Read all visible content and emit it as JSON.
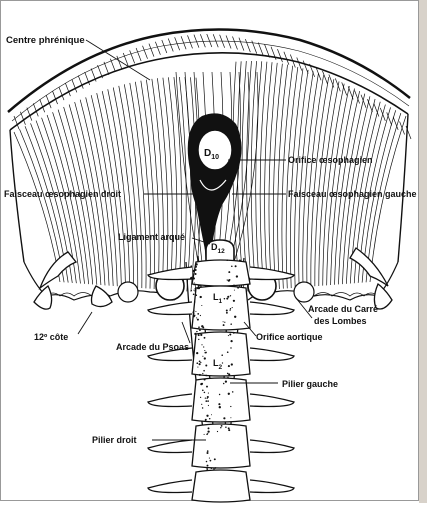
{
  "labels": {
    "centre_phrenique": "Centre phrénique",
    "d10_letter": "D",
    "d10_sub": "10",
    "orifice_oesophagien": "Orifice œsophagien",
    "faisceau_droit": "Faisceau œsophagien droit",
    "faisceau_gauche": "Faisceau œsophagien gauche",
    "ligament_arque": "Ligament arqué",
    "d12_letter": "D",
    "d12_sub": "12",
    "l1_letter": "L",
    "l1_sub": "1",
    "l2_letter": "L",
    "l2_sub": "2",
    "arcade_carre_1": "Arcade du Carré",
    "arcade_carre_2": "des Lombes",
    "cote_12": "12º côte",
    "arcade_psoas": "Arcade du Psoas",
    "orifice_aortique": "Orifice aortique",
    "pilier_gauche": "Pilier gauche",
    "pilier_droit": "Pilier droit"
  },
  "colors": {
    "ink": "#111111",
    "paper": "#ffffff",
    "page_edge": "#c9c3bb"
  }
}
